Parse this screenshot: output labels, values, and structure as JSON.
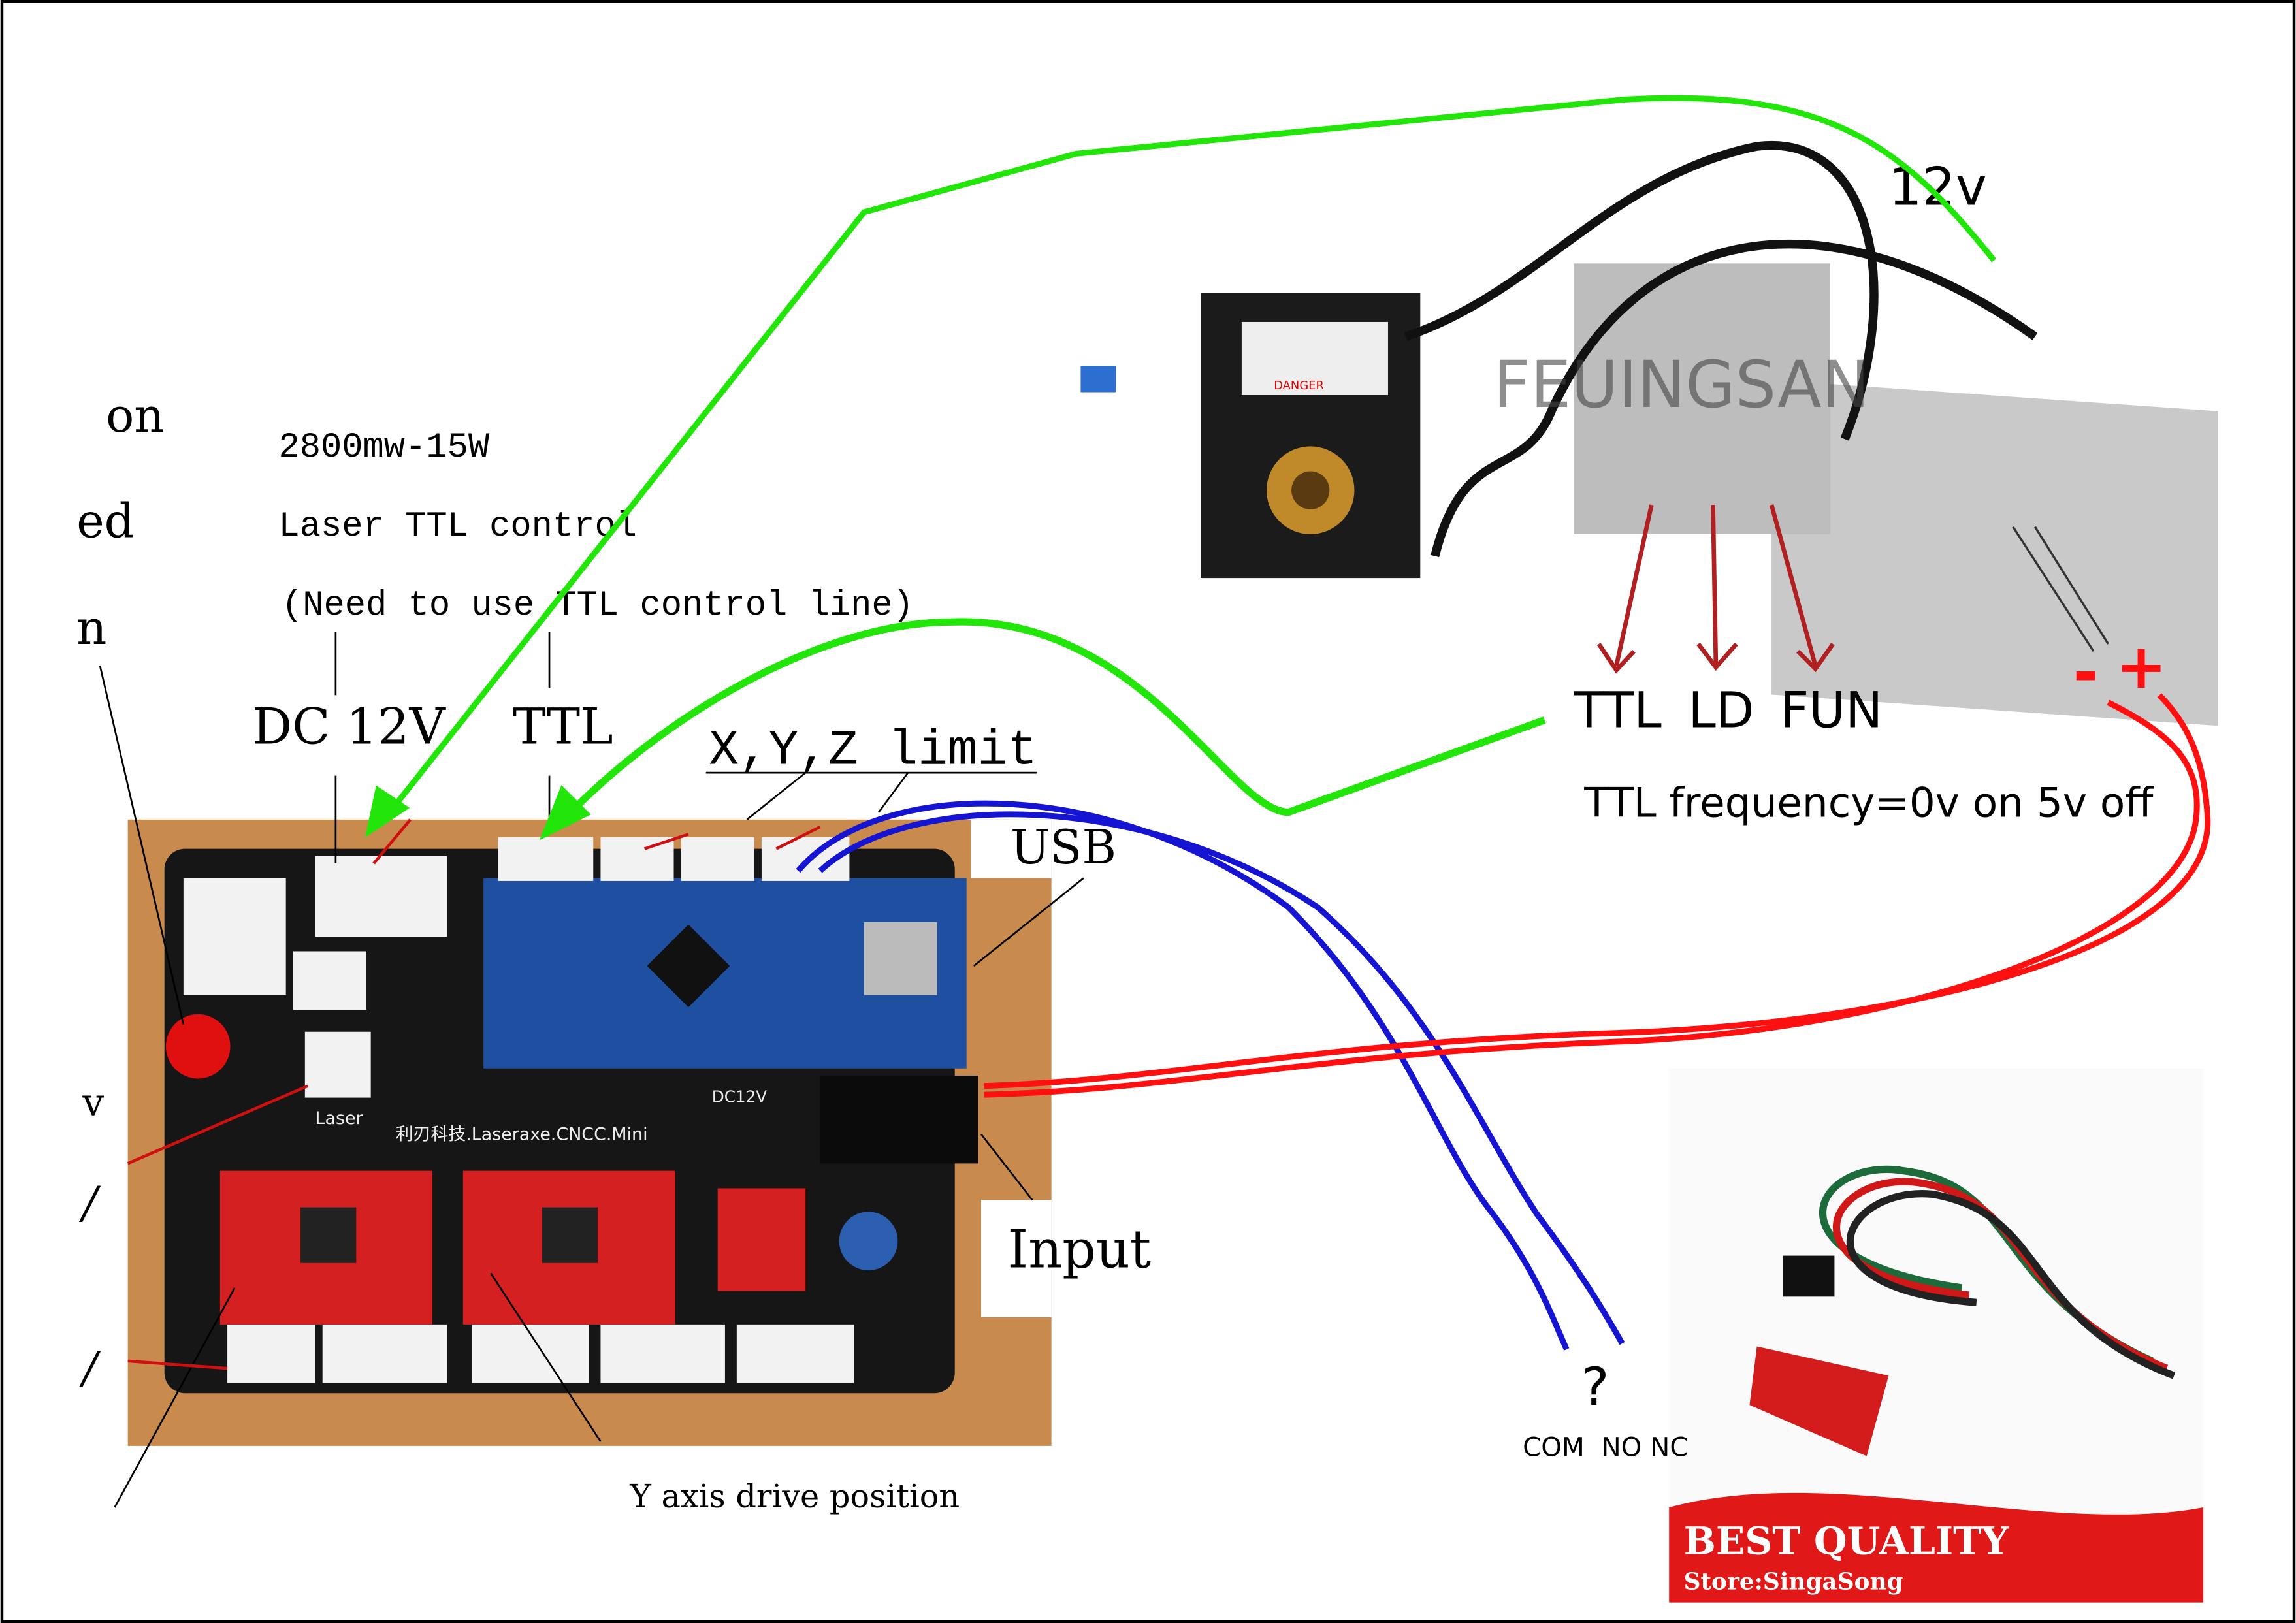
{
  "left_labels": {
    "cut1": "on",
    "cut2": "ed",
    "cut3": "n",
    "cut4": "v",
    "cut5": "/",
    "cut6": "/",
    "laser_power": "2800mw-15W",
    "laser_ttl": "Laser TTL control",
    "ttl_note": "(Need to use TTL control line)",
    "dc12v": "DC 12V",
    "ttl": "TTL",
    "xyz_limit": "X,Y,Z limit",
    "usb": "USB",
    "input": "Input",
    "bottom_cut": "Y axis drive position"
  },
  "board": {
    "laser_port": "Laser",
    "brand": "利刃科技.Laseraxe.CNCC.Mini",
    "dc_label": "DC12V"
  },
  "laser_module": {
    "voltage": "12v",
    "watermark": "FEUINGSAN",
    "danger": "DANGER",
    "pins": [
      "TTL",
      "LD",
      "FUN"
    ],
    "polarity_minus": "-",
    "polarity_plus": "+",
    "ttl_frequency": "TTL frequency=0v on 5v off"
  },
  "limit_switch": {
    "question": "?",
    "pins": "COM  NO NC",
    "banner_title": "BEST QUALITY",
    "banner_store": "Store:SingaSong"
  },
  "colors": {
    "ttl_wire": "#22e60a",
    "usb_wire": "#1414d2",
    "power_wire": "#ff1010",
    "banner": "#e01818"
  }
}
